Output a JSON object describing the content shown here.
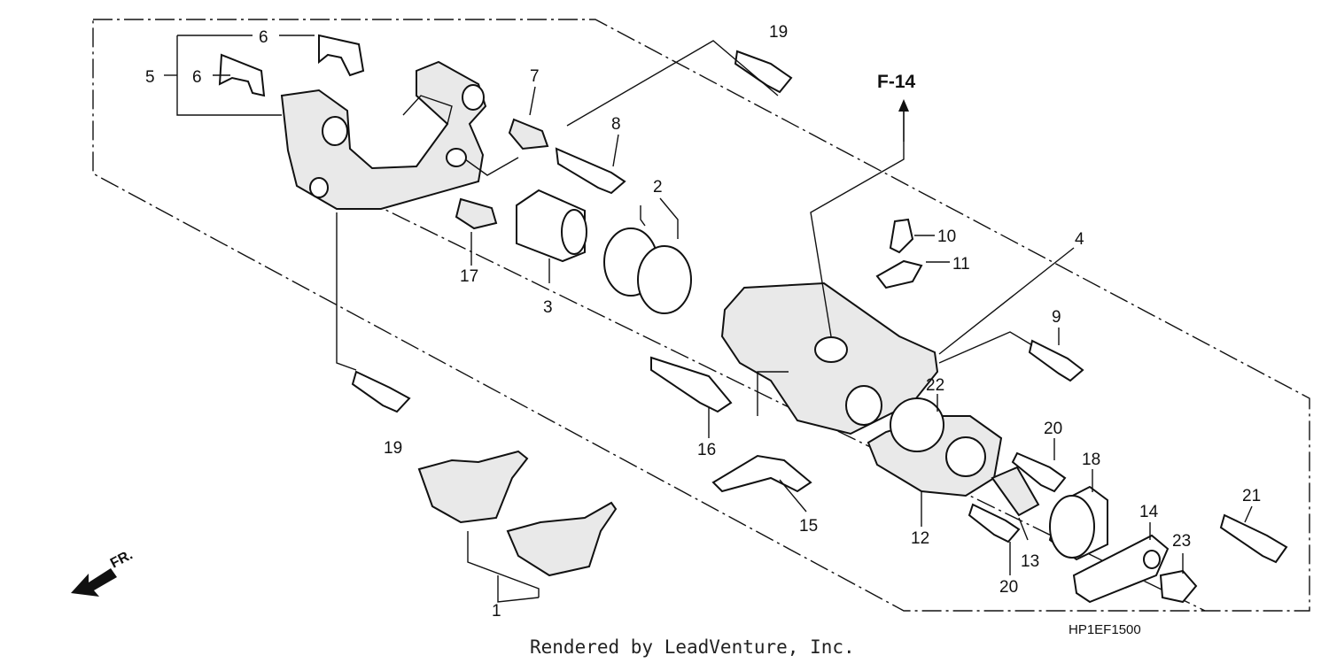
{
  "diagram": {
    "code": "HP1EF1500",
    "credit": "Rendered by LeadVenture, Inc.",
    "reference": "F-14",
    "direction": "FR.",
    "callouts": [
      "1",
      "2",
      "3",
      "4",
      "5",
      "6",
      "6",
      "7",
      "8",
      "9",
      "10",
      "11",
      "12",
      "13",
      "14",
      "15",
      "16",
      "17",
      "18",
      "19",
      "19",
      "20",
      "20",
      "21",
      "22",
      "23"
    ]
  }
}
